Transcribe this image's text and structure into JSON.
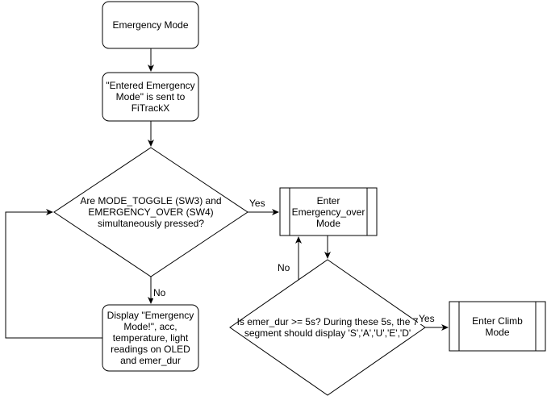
{
  "nodes": {
    "emergency_mode": "Emergency Mode",
    "entered_message": "\"Entered Emergency\nMode\" is sent to\nFiTrackX",
    "decision_toggle": "Are MODE_TOGGLE (SW3) and\nEMERGENCY_OVER (SW4)\nsimultaneously pressed?",
    "display_readings": "Display \"Emergency\nMode!\", acc,\ntemperature, light\nreadings on OLED\nand emer_dur",
    "enter_emergency_over": "Enter\nEmergency_over\nMode",
    "decision_duration": "Is emer_dur >= 5s? During these 5s, the 7\nsegment should display 'S','A','U','E','D'",
    "enter_climb": "Enter Climb\nMode"
  },
  "edges": {
    "yes_to_emergency_over": "Yes",
    "no_to_display": "No",
    "no_back_to_emergency_over": "No",
    "yes_to_climb": "Yes"
  },
  "colors": {
    "stroke": "#000000",
    "fill": "#ffffff",
    "text": "#000000"
  }
}
